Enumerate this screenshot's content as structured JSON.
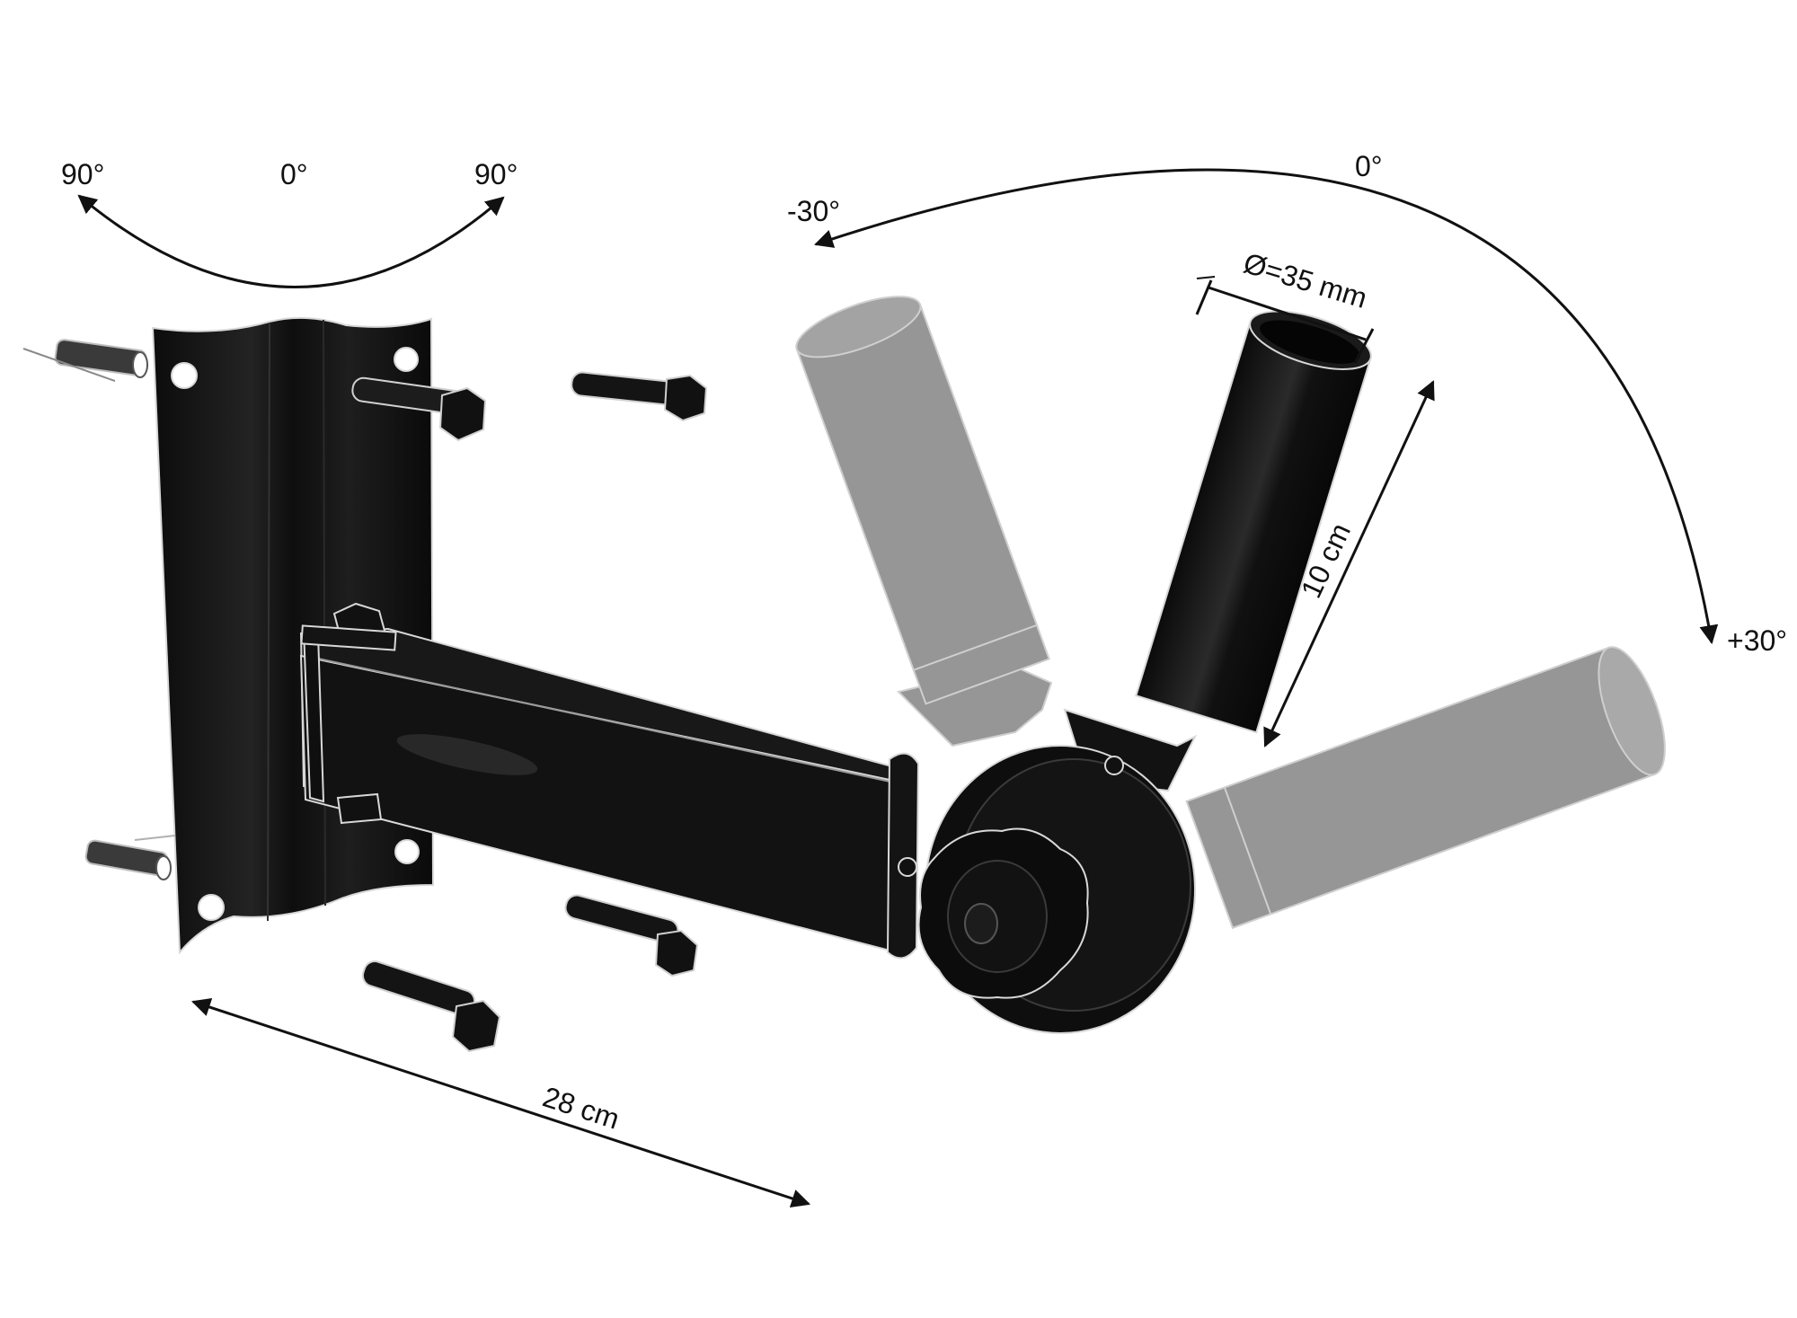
{
  "labels": {
    "pan_left": "90°",
    "pan_center": "0°",
    "pan_right": "90°",
    "tilt_minus": "-30°",
    "tilt_zero": "0°",
    "tilt_plus": "+30°",
    "diameter": "Ø=35 mm",
    "tube_length": "10 cm",
    "arm_length": "28 cm"
  },
  "colors": {
    "part": "#111111",
    "ghost": "#969696",
    "ghost_edge": "#cfcfcf",
    "dimension_line": "#111111",
    "background": "#ffffff"
  }
}
